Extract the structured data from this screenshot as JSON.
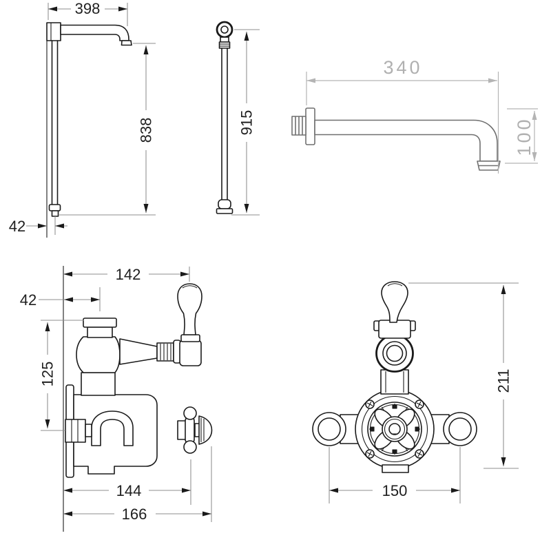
{
  "figure": {
    "background": "#ffffff",
    "line_color": "#1a1a1a",
    "dim_line_color": "#8c8c8c",
    "muted_color": "#b0b0b0"
  },
  "drawings": {
    "riser_arm_side": {
      "dims": {
        "arm_reach": "398",
        "riser_height": "838",
        "wall_offset": "42"
      }
    },
    "riser_rail": {
      "dims": {
        "length": "915"
      }
    },
    "wall_arm": {
      "dims": {
        "reach": "340",
        "drop": "100"
      }
    },
    "valve_side": {
      "dims": {
        "projection": "142",
        "wall_to_inlet": "42",
        "inlet_to_outlet": "125",
        "body_depth": "144",
        "max_depth": "166"
      }
    },
    "valve_front": {
      "dims": {
        "height": "211",
        "inlet_centres": "150"
      }
    }
  }
}
